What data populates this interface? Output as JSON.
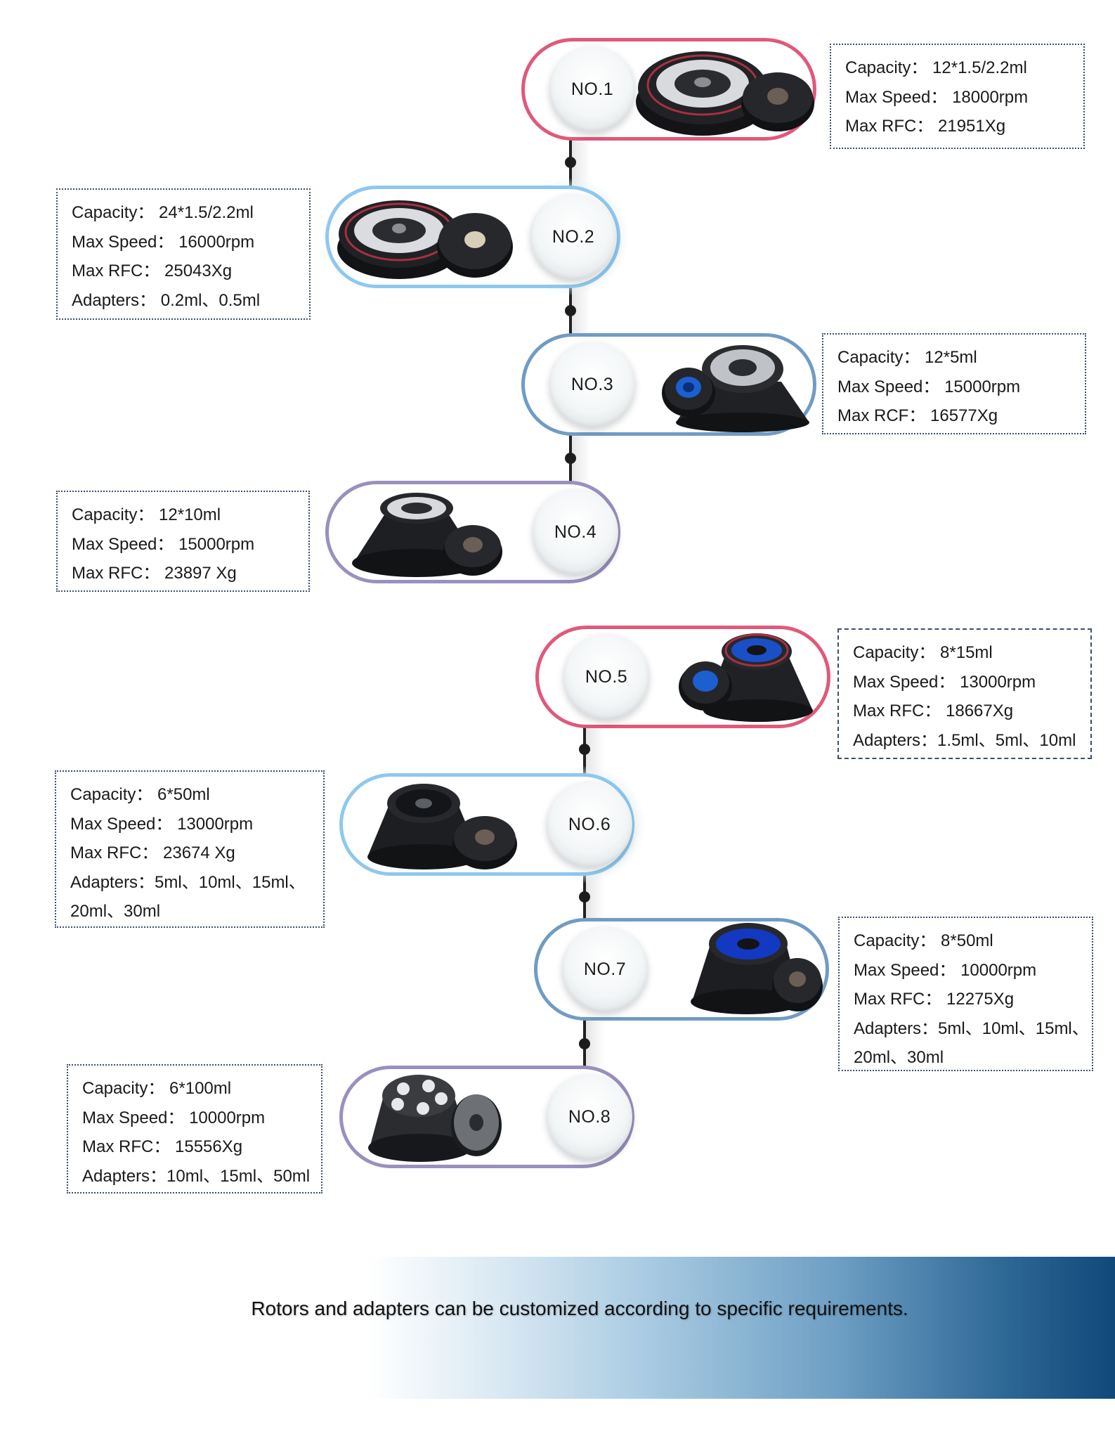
{
  "colors": {
    "red": "#e0587a",
    "lightblue": "#8ec8f0",
    "steelblue": "#6f9bc4",
    "purple": "#9a8fbf"
  },
  "rotors": [
    {
      "label": "NO.1",
      "specs": [
        "Capacity：  12*1.5/2.2ml",
        "Max Speed：  18000rpm",
        "Max RFC：  21951Xg"
      ]
    },
    {
      "label": "NO.2",
      "specs": [
        "Capacity：  24*1.5/2.2ml",
        "Max Speed：  16000rpm",
        "Max RFC：  25043Xg",
        "Adapters：  0.2ml、0.5ml"
      ]
    },
    {
      "label": "NO.3",
      "specs": [
        "Capacity：  12*5ml",
        "Max Speed：  15000rpm",
        "Max RCF：  16577Xg"
      ]
    },
    {
      "label": "NO.4",
      "specs": [
        "Capacity：  12*10ml",
        "Max Speed：  15000rpm",
        "Max RFC：  23897 Xg"
      ]
    },
    {
      "label": "NO.5",
      "specs": [
        "Capacity：  8*15ml",
        "Max Speed：  13000rpm",
        "Max RFC：  18667Xg",
        "Adapters：1.5ml、5ml、10ml"
      ]
    },
    {
      "label": "NO.6",
      "specs": [
        "Capacity：  6*50ml",
        "Max Speed：  13000rpm",
        "Max RFC：  23674 Xg",
        "Adapters：5ml、10ml、15ml、",
        "20ml、30ml"
      ]
    },
    {
      "label": "NO.7",
      "specs": [
        "Capacity：  8*50ml",
        "Max Speed：  10000rpm",
        "Max RFC：  12275Xg",
        "Adapters：5ml、10ml、15ml、",
        "20ml、30ml"
      ]
    },
    {
      "label": "NO.8",
      "specs": [
        "Capacity：  6*100ml",
        "Max Speed：  10000rpm",
        "Max RFC：  15556Xg",
        "Adapters：10ml、15ml、50ml"
      ]
    }
  ],
  "footer": {
    "note": "Rotors and adapters can be customized according to specific requirements."
  }
}
